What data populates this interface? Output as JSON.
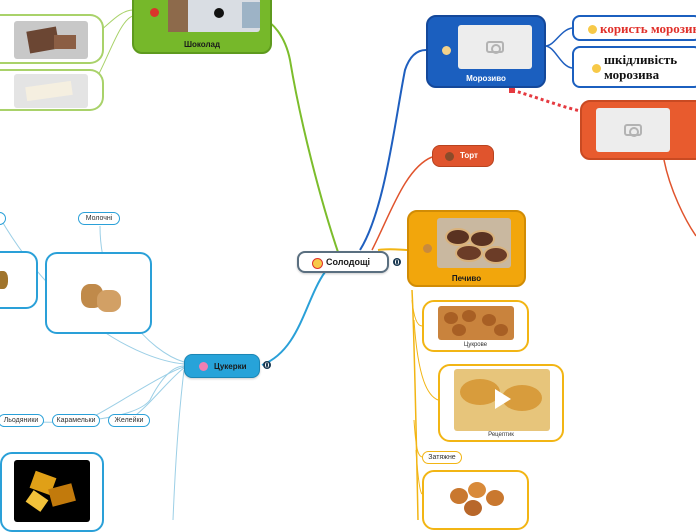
{
  "central": {
    "label": "Солодощі",
    "emoji_icon": "heart-eyes-emoji-icon"
  },
  "branches": {
    "shokolad": {
      "label": "Шоколад",
      "color": "#76b82a",
      "icon": "strawberry-chocolate-icon"
    },
    "morozyvo": {
      "label": "Морозиво",
      "color": "#1b5fbf",
      "icon": "ice-cream-icon"
    },
    "tort": {
      "label": "Торт",
      "color": "#e0542d",
      "icon": "cake-icon"
    },
    "pechyvo": {
      "label": "Печиво",
      "color": "#f2a60c",
      "icon": "cookie-icon"
    },
    "tsukerky": {
      "label": "Цукерки",
      "color": "#27a3d9",
      "icon": "candy-icon"
    }
  },
  "morozyvo_children": {
    "benefit": {
      "label": "користь морозива",
      "icon": "smiling-face-icon",
      "color": "#e0302a"
    },
    "harm": {
      "label": "шкідливість морозива",
      "icon": "worried-face-icon",
      "color": "#111111"
    }
  },
  "pechyvo_children": {
    "tsukrove": {
      "label": "Цукрове"
    },
    "retseptyk": {
      "label": "Рецептик"
    },
    "zatiazhne": {
      "label": "Затяжне"
    }
  },
  "tsukerky_children": {
    "molochni": {
      "label": "Молочні"
    },
    "lyadianyky": {
      "label": "Льодяники"
    },
    "karamelky": {
      "label": "Карамельки"
    },
    "zhelyinky": {
      "label": "Желейки"
    }
  },
  "colors": {
    "shokolad_line": "#7cbd2c",
    "morozyvo_line": "#1f5fbf",
    "tort_line": "#e0542d",
    "pechyvo_line": "#f2b514",
    "tsukerky_line": "#2aa0d8",
    "relationship": "#e53a40"
  }
}
